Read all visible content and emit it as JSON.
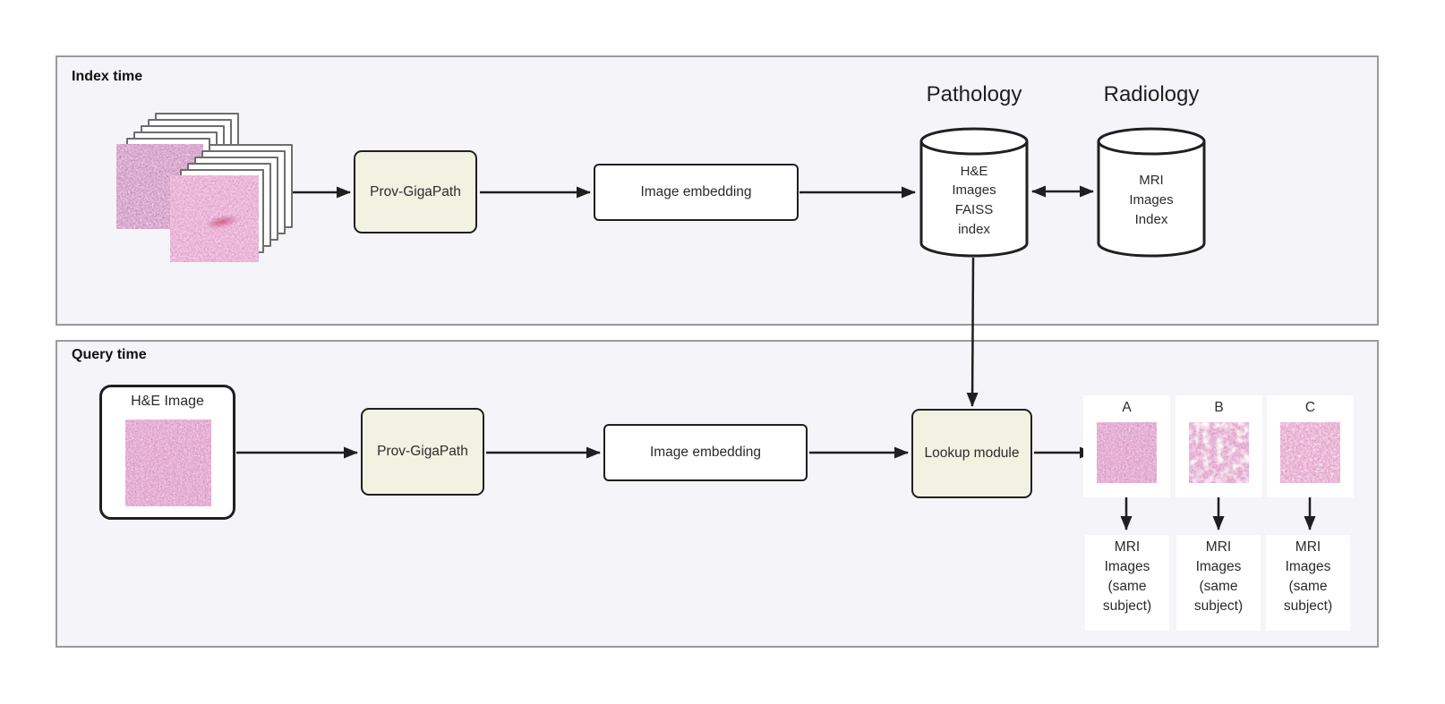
{
  "index_panel": {
    "title": "Index time",
    "encoder_label": "Prov-GigaPath",
    "embedding_label": "Image embedding",
    "pathology_heading": "Pathology",
    "pathology_db_label": "H&E\nImages\nFAISS\nindex",
    "radiology_heading": "Radiology",
    "radiology_db_label": "MRI\nImages\nIndex"
  },
  "query_panel": {
    "title": "Query time",
    "query_image_label": "H&E Image",
    "encoder_label": "Prov-GigaPath",
    "embedding_label": "Image embedding",
    "lookup_label": "Lookup module",
    "results": [
      {
        "rank": "A",
        "match_label": "MRI\nImages\n(same\nsubject)"
      },
      {
        "rank": "B",
        "match_label": "MRI\nImages\n(same\nsubject)"
      },
      {
        "rank": "C",
        "match_label": "MRI\nImages\n(same\nsubject)"
      }
    ]
  },
  "figures": {
    "index_input": "he-image-stack",
    "pathology_store": "database-cylinder",
    "radiology_store": "database-cylinder",
    "query_input": "he-image-thumbnail",
    "result_thumbnails": [
      "he-image-thumbnail-a",
      "he-image-thumbnail-b",
      "he-image-thumbnail-c"
    ]
  },
  "colors": {
    "panel_bg": "#f4f4f9",
    "panel_border": "#9a9a9a",
    "module_fill": "#f2f2e3",
    "box_border": "#1f1f1f",
    "white_fill": "#ffffff",
    "arrow": "#1f1f1f"
  }
}
